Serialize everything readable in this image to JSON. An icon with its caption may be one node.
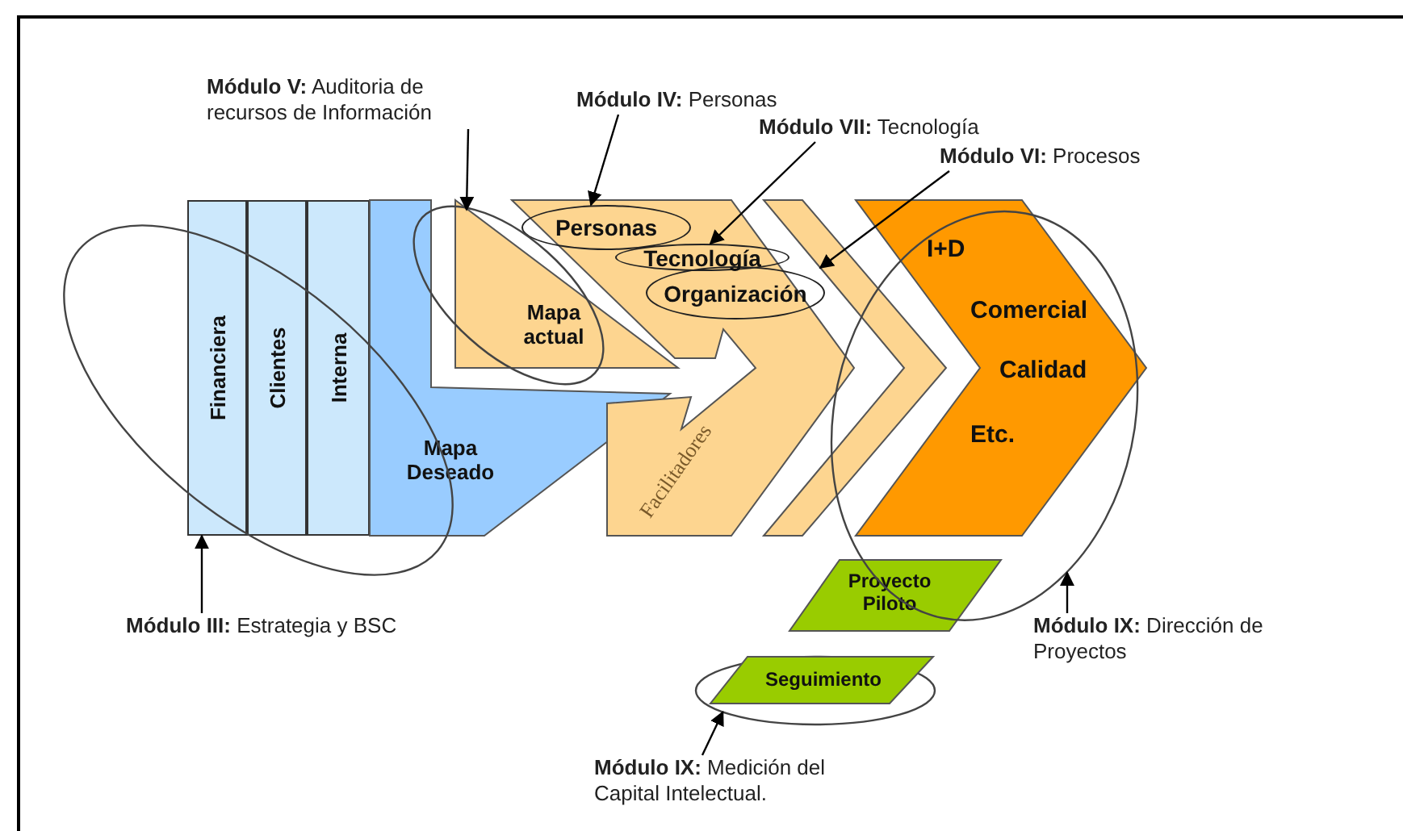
{
  "diagram": {
    "nodes": [
      {
        "text": [
          "**Módulo V:** Auditoria de recursos de Información"
        ]
      },
      {
        "text": [
          "**Módulo IV:** Personas"
        ]
      },
      {
        "text": [
          "**Módulo VII:** Tecnología"
        ]
      },
      {
        "text": [
          "**Módulo VI:** Procesos"
        ]
      },
      {
        "text": [
          "Financiera"
        ]
      },
      {
        "text": [
          "Clientes"
        ]
      },
      {
        "text": [
          "Interna"
        ]
      },
      {
        "text": [
          "Mapa Deseado"
        ]
      },
      {
        "text": [
          "Mapa actual"
        ]
      },
      {
        "text": [
          "Facilitadores"
        ]
      },
      {
        "text": [
          "Personas"
        ],
        "in": 9
      },
      {
        "text": [
          "Tecnología"
        ],
        "in": 9
      },
      {
        "text": [
          "Organización"
        ],
        "in": 9
      },
      {
        "text": [],
        "shape": "chevron"
      },
      {
        "text": [
          "I+D",
          "Comercial",
          "Calidad",
          "Etc."
        ]
      },
      {
        "text": [
          "Proyecto Piloto"
        ]
      },
      {
        "text": [],
        "shape": "ellipse"
      },
      {
        "text": [
          "Seguimiento"
        ],
        "in": 16
      },
      {
        "text": [],
        "shape": "ellipse"
      },
      {
        "text": [
          "**Módulo III:** Estrategia y BSC"
        ]
      },
      {
        "text": [
          "**Módulo IX:** Dirección de Proyectos"
        ]
      },
      {
        "text": [
          "**Módulo IX:** Medición del Capital Intelectual."
        ]
      }
    ],
    "edges": [
      {
        "from": 0,
        "to": 8,
        "arrow": "to"
      },
      {
        "from": 1,
        "to": 10,
        "arrow": "to"
      },
      {
        "from": 2,
        "to": 11,
        "arrow": "to"
      },
      {
        "from": 3,
        "to": 13,
        "arrow": "to"
      },
      {
        "from": 19,
        "to": 4,
        "arrow": "to"
      },
      {
        "from": 20,
        "to": 18,
        "arrow": "to"
      },
      {
        "from": 21,
        "to": 16,
        "arrow": "to"
      }
    ]
  }
}
